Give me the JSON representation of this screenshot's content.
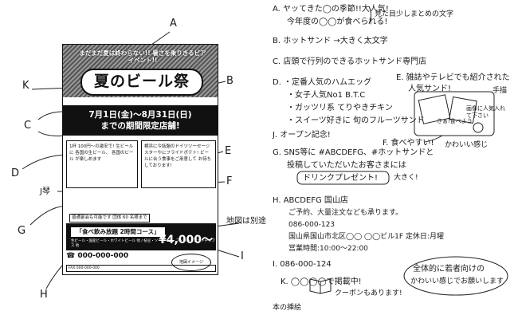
{
  "flyer": {
    "catch": "まだまだ夏は終わらない!! 暑さを乗りきるビアイベント!!",
    "title": "夏のビール祭",
    "dates_line1": "7月1日(金)〜8月31日(日)",
    "dates_line2": "までの期間限定店舗!",
    "box_left": "1杯 100円〜の激安で! 生ビールに 各国の生ビール、 各国のビール が楽しめます",
    "box_right": "横浜に今話題のドイツソーセージ スターやにフライドポテト! ビールに合う食事をご用意して お待ちしております!",
    "course_tag": "普通宴会も可能です 団体 60 名様まで",
    "course_name": "「食べ飲み放題 2時間コース」",
    "course_items": "生ビール・国産ビール・ホワイトビール 他 / 枝豆・ソーセージ・フィッシュアンドチップス 他",
    "course_price": "¥4,000〜",
    "phone": "☎ 000-000-000",
    "map_note": "地図イメージ",
    "fax": "FAX 000-000-000"
  },
  "labels": {
    "A": "A",
    "B": "B",
    "C": "C",
    "D": "D",
    "E": "E",
    "F": "F",
    "G": "G",
    "H": "H",
    "I": "I",
    "J": "J",
    "K": "K"
  },
  "left_notes": {
    "j_note": "J琴",
    "map_note": "地図は別途"
  },
  "notes": {
    "a1": "A. ヤッてきた◯の季節!!大人気!",
    "a2": "今年度の◯◯が食べられる!",
    "a_side": "見た目少しまとめの文字",
    "b": "B. ホットサンド →大きく太文字",
    "c": "C. 店頭で行列のできるホットサンド専門店",
    "d_head": "D. ・定番人気のハムエッグ",
    "d1": "・女子人気No1 B.T.C",
    "d2": "・ガッツリ系 てりやきチキン",
    "d3": "・スイーツ好きに 旬のフルーツサンド",
    "e_head": "E. 雑誌やテレビでも紹介された",
    "e_sub": "人気サンド!",
    "e_tag1": "手描",
    "e_tag2": "さぁ!食べよう",
    "e_tag3": "画像に人気入れて下さい",
    "j": "J. オープン記念!",
    "f": "F. 食べやすい!",
    "f_side": "かわいい感じ",
    "g1": "G. SNS等に #ABCDEFG、#ホットサンドと",
    "g2": "投稿していただいたお客さまには",
    "g_badge": "ドリンクプレゼント!",
    "g_side": "大きく!",
    "h1": "H. ABCDEFG 国山店",
    "h2": "ご予約、大量注文なども承ります。",
    "h3": "086-000-123",
    "h4": "国山県国山市北区◯◯ ◯◯ビル1F 定休日:月曜",
    "h5": "営業時間:10:00〜22:00",
    "i": "I. 086-000-124",
    "k1": "K. ◯◯◯◯で掲載中!",
    "k2": "クーポンもあります!",
    "k_caption": "本の挿絵",
    "overall1": "全体的に若者向けの",
    "overall2": "かわいい感じでお願いします"
  }
}
